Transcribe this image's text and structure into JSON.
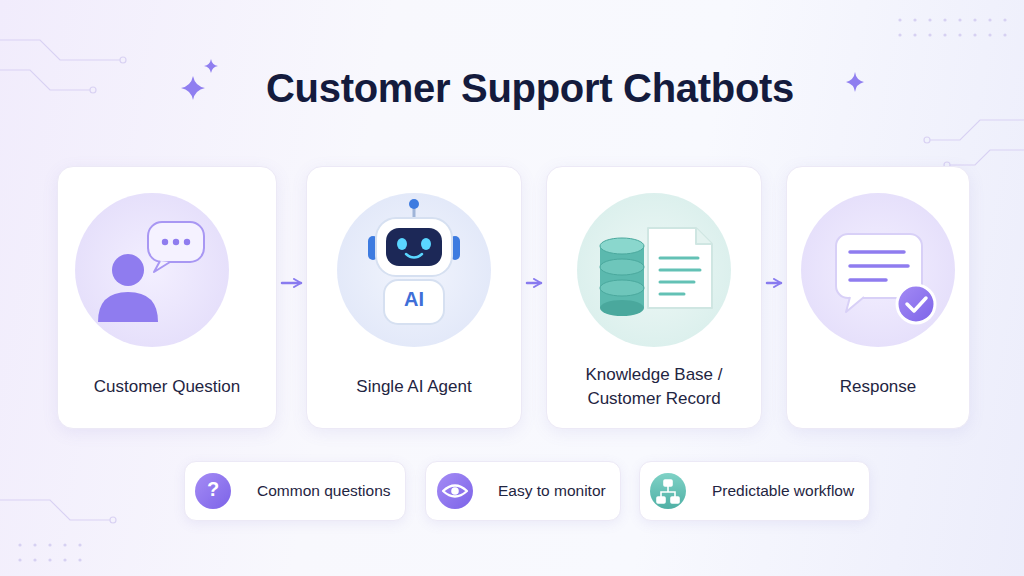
{
  "diagram": {
    "title": "Customer Support Chatbots",
    "nodes": [
      {
        "text": [
          "Customer Question"
        ]
      },
      {
        "text": [
          "Single AI Agent"
        ]
      },
      {
        "text": [
          "Knowledge Base / Customer Record"
        ]
      },
      {
        "text": [
          "Response"
        ]
      },
      {
        "text": [
          "Common questions"
        ]
      },
      {
        "text": [
          "Easy to monitor"
        ]
      },
      {
        "text": [
          "Predictable workflow"
        ]
      }
    ],
    "edges": [
      {
        "from": 0,
        "to": 1,
        "arrow": "to"
      },
      {
        "from": 1,
        "to": 2,
        "arrow": "to"
      },
      {
        "from": 2,
        "to": 3,
        "arrow": "to"
      }
    ],
    "labels": [
      "AI",
      "?"
    ]
  }
}
